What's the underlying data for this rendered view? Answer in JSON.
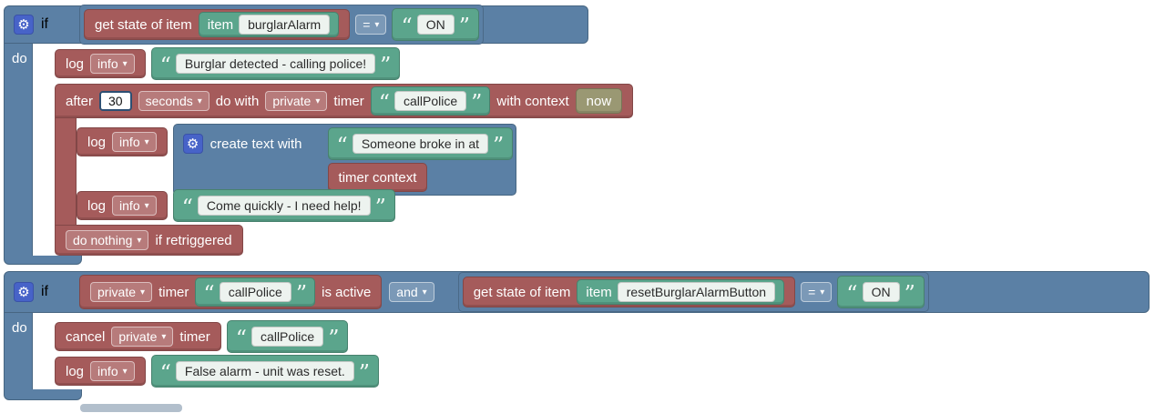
{
  "colors": {
    "workspace_bg": "#ffffff",
    "logic_blue": "#5b80a5",
    "action_red": "#a55b5b",
    "text_green": "#5ba58c",
    "datetime_tan": "#9a9873",
    "gear_badge_blue": "#4763c8",
    "scrollbar_grey_blue": "#54708d"
  },
  "icons": {
    "gear": "⚙",
    "dropdown_arrow": "▾",
    "quote_open": "“",
    "quote_close": "”"
  },
  "rule1": {
    "if_label": "if",
    "do_label": "do",
    "condition": {
      "get_state_label": "get state of item",
      "item_label": "item",
      "item_name": "burglarAlarm",
      "operator": "=",
      "value": "ON"
    },
    "log_burglar": {
      "log_label": "log",
      "level": "info",
      "message": "Burglar detected - calling police!"
    },
    "timer": {
      "after_label": "after",
      "delay": "30",
      "unit": "seconds",
      "do_with_label": "do with",
      "scope": "private",
      "timer_label": "timer",
      "timer_name": "callPolice",
      "with_context_label": "with context",
      "context_value": "now",
      "retrigger_action": "do nothing",
      "retrigger_suffix": "if retriggered"
    },
    "log_someone": {
      "log_label": "log",
      "level": "info",
      "create_text_label": "create text with",
      "text_part1": "Someone broke in at",
      "text_part2": "timer context"
    },
    "log_come_quickly": {
      "log_label": "log",
      "level": "info",
      "message": "Come quickly - I need help!"
    }
  },
  "rule2": {
    "if_label": "if",
    "do_label": "do",
    "timer_active": {
      "scope": "private",
      "timer_label": "timer",
      "timer_name": "callPolice",
      "suffix_label": "is active"
    },
    "logic_operator": "and",
    "reset_check": {
      "get_state_label": "get state of item",
      "item_label": "item",
      "item_name": "resetBurglarAlarmButton",
      "operator": "=",
      "value": "ON"
    },
    "cancel_timer": {
      "cancel_label": "cancel",
      "scope": "private",
      "timer_label": "timer",
      "timer_name": "callPolice"
    },
    "log_false_alarm": {
      "log_label": "log",
      "level": "info",
      "message": "False alarm - unit was reset."
    }
  }
}
